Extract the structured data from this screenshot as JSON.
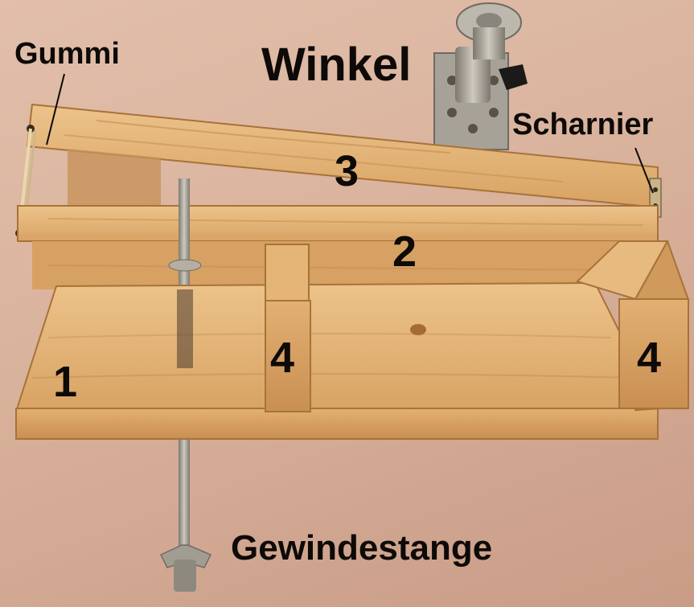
{
  "photo": {
    "labels": {
      "gummi": "Gummi",
      "winkel": "Winkel",
      "scharnier": "Scharnier",
      "gewindestange": "Gewindestange",
      "num_1": "1",
      "num_2": "2",
      "num_3": "3",
      "num_4_left": "4",
      "num_4_right": "4"
    },
    "colors": {
      "background": "#d9b29c",
      "wood_light": "#e6b77a",
      "wood_mid": "#d9a565",
      "wood_dark": "#b07a40",
      "metal": "#9c978e",
      "text": "#0d0a08"
    }
  }
}
